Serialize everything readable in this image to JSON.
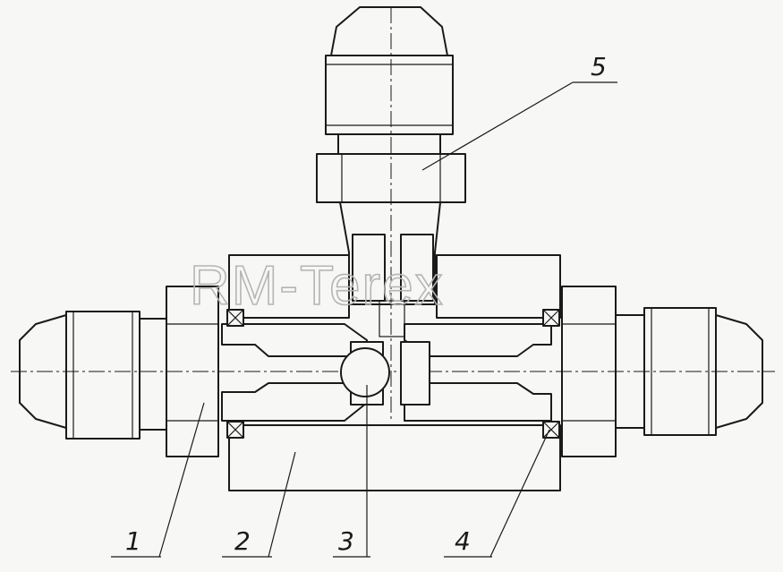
{
  "watermark": "RM-Terex",
  "callouts": [
    {
      "id": "1",
      "label": "1"
    },
    {
      "id": "2",
      "label": "2"
    },
    {
      "id": "3",
      "label": "3"
    },
    {
      "id": "4",
      "label": "4"
    },
    {
      "id": "5",
      "label": "5"
    }
  ]
}
